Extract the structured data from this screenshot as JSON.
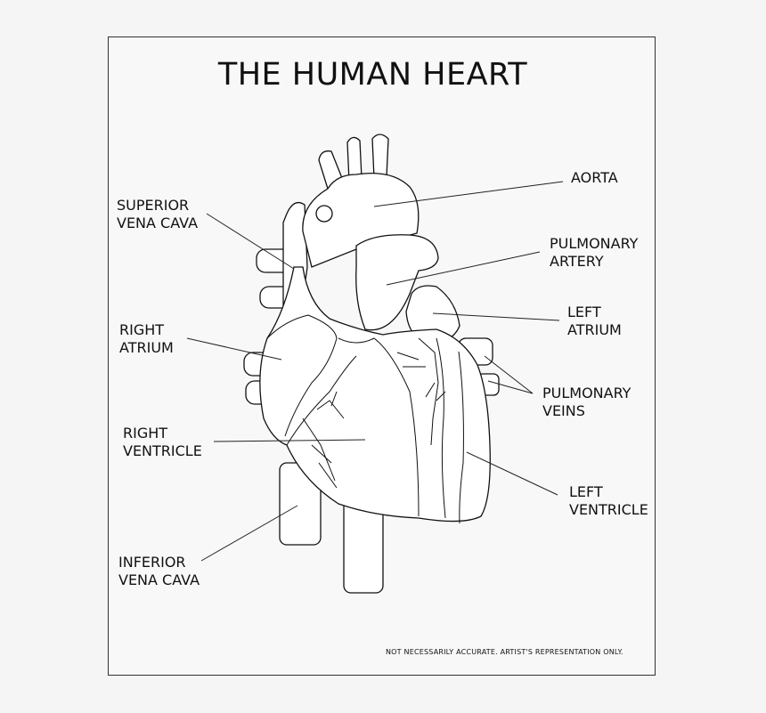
{
  "title": "THE HUMAN HEART",
  "labels": {
    "aorta": "AORTA",
    "superior_vena_cava": "SUPERIOR\nVENA CAVA",
    "pulmonary_artery": "PULMONARY\nARTERY",
    "left_atrium": "LEFT\nATRIUM",
    "right_atrium": "RIGHT\nATRIUM",
    "pulmonary_veins": "PULMONARY\nVEINS",
    "right_ventricle": "RIGHT\nVENTRICLE",
    "left_ventricle": "LEFT\nVENTRICLE",
    "inferior_vena_cava": "INFERIOR\nVENA CAVA"
  },
  "disclaimer": "NOT NECESSARILY ACCURATE. ARTIST'S REPRESENTATION ONLY."
}
